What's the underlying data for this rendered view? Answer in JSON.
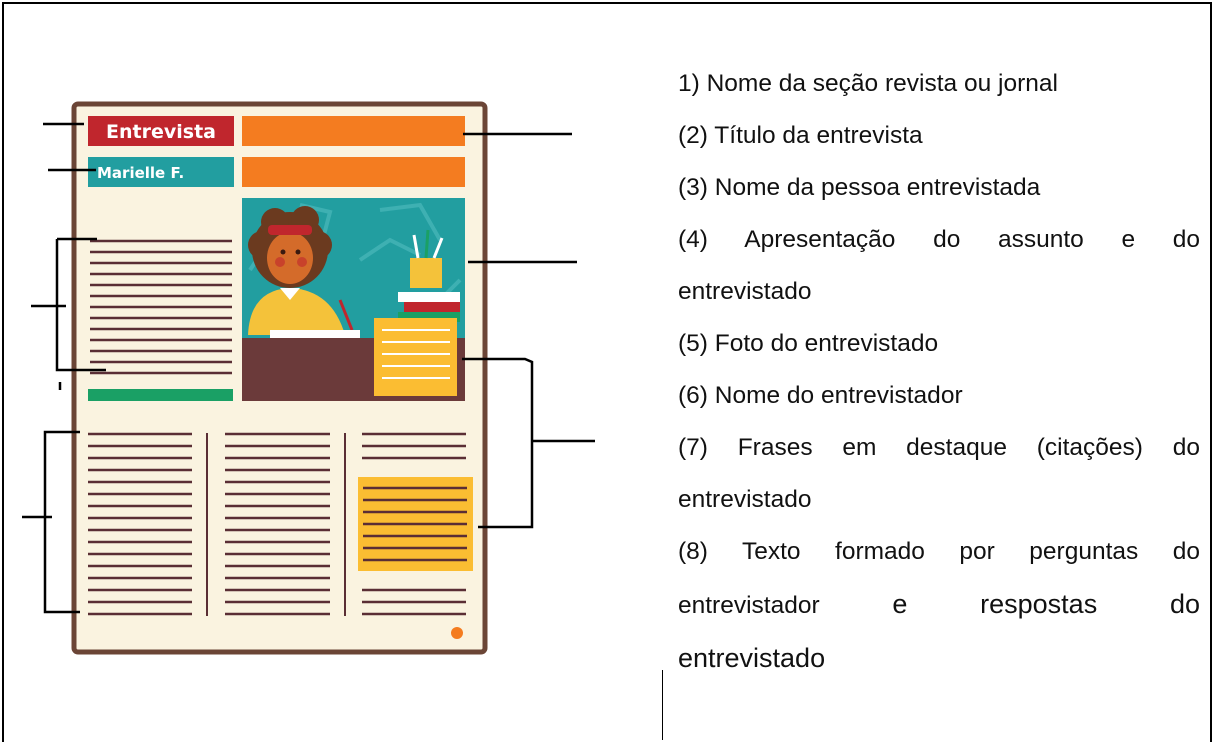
{
  "magazine": {
    "section_label": "Entrevista",
    "interviewer_label": "Marielle F."
  },
  "legend": {
    "item1": "1) Nome da seção revista ou jornal",
    "item2": "(2) Título da entrevista",
    "item3": "(3) Nome da pessoa entrevistada",
    "item4_line1": "(4)  Apresentação  do  assunto  e  do",
    "item4_line2": "entrevistado",
    "item5": "(5) Foto do entrevistado",
    "item6": "(6) Nome do entrevistador",
    "item7_line1": "(7)  Frases  em  destaque  (citações)  do",
    "item7_line2": "entrevistado",
    "item8_line1": "(8)  Texto  formado  por  perguntas  do",
    "item8_line2a": "entrevistador",
    "item8_line2b": "e",
    "item8_line2c": "respostas",
    "item8_line2d": "do",
    "item8_line3": "entrevistado"
  },
  "colors": {
    "paper": "#faf3e0",
    "border": "#6b4536",
    "red": "#c0262d",
    "teal": "#229ea0",
    "orange": "#f47c20",
    "green": "#1aa065",
    "yellow": "#fbbd32",
    "text_lines": "#5a2e35"
  }
}
